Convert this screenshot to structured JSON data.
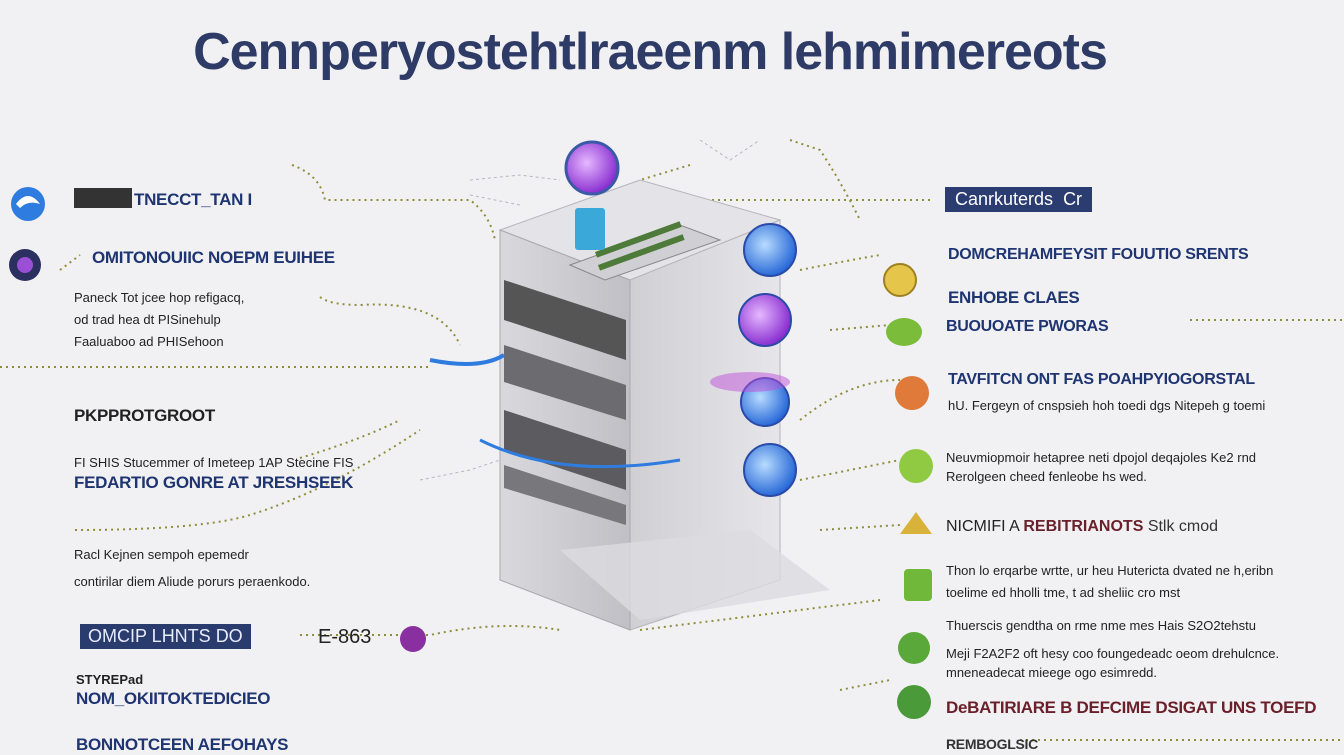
{
  "title": "Cennperyostehtlraeenm lehmimereots",
  "left": {
    "item1_label": "TNECCT_TAN I",
    "item2_label": "OMITONOUIIC NOEPM EUIHEE",
    "item2_body": [
      "Paneck Tot jcee hop refigacq,",
      "od trad hea dt PISinehulp",
      "Faaluaboo ad PHISehoon"
    ],
    "item3_label": "PKPPROTGROOT",
    "item3_body": "FI SHIS Stucemmer of Imeteep 1AP Stecine FIS",
    "item3_label2": "FEDARTIO GONRE AT JRESHSEEK",
    "item4_body": [
      "Racl Kejnen sempoh epemedr",
      "contirilar diem Aliude porurs peraenkodo."
    ],
    "pill_label": "OMCIP LHNTS DO",
    "pill_value": "E-863",
    "item5_label_small": "STYREPad",
    "item5_label": "NOM_OKIITOKTEDICIEO",
    "item6_label": "BONNOTCEEN AEFOHAYS"
  },
  "right": {
    "tag_label": "Canrkuterds",
    "tag_suffix": "Cr",
    "item1_label": "DOMCREHAMFEYSIT FOUUTIO SRENTS",
    "item2_label": "ENHOBE CLAES",
    "item3_label": "BUOUOATE PWORAS",
    "item4_label": "TAVFITCN ONT FAS POAHPYIOGORSTAL",
    "item4_body": "hU. Fergeyn of cnspsieh hoh toedi dgs Nitepeh g toemi",
    "item5_body": [
      "Neuvmiopmoir hetapree neti dpojol deqajoles Ke2 rnd",
      "Rerolgeen cheed fenleobe hs wed."
    ],
    "item6_label_a": "NICMIFI A",
    "item6_label_b": "REBITRIANOTS",
    "item6_label_c": "Stlk cmod",
    "item6_body": [
      "Thon lo erqarbe wrtte, ur heu Hutericta dvated ne h,eribn",
      "toelime ed hholli tme, t ad sheliic cro mst"
    ],
    "item7_body": [
      "Thuerscis gendtha on rme nme mes Hais S2O2tehstu",
      "Meji F2A2F2 oft hesy coo foungedeadc oeom drehulcnce.",
      "mneneadecat mieege ogo esimredd."
    ],
    "item8_label": "DeBATIRIARE B DEFCIME DSIGAT UNS TOEFD",
    "item9_label": "REMBOGLSIC"
  },
  "colors": {
    "accent": "#1f3572",
    "purple": "#9a4fd6",
    "blue": "#2f7ce0",
    "green": "#7bbd3a",
    "orange": "#e07a3a",
    "dots": "#8e8d3a"
  },
  "icons": [
    "edge-icon",
    "globe-icon",
    "purple-orb-icon",
    "blue-orb-icon",
    "green-leaf-icon",
    "orange-orb-icon",
    "gold-coin-icon",
    "green-clock-icon",
    "server-cabinet-icon"
  ]
}
